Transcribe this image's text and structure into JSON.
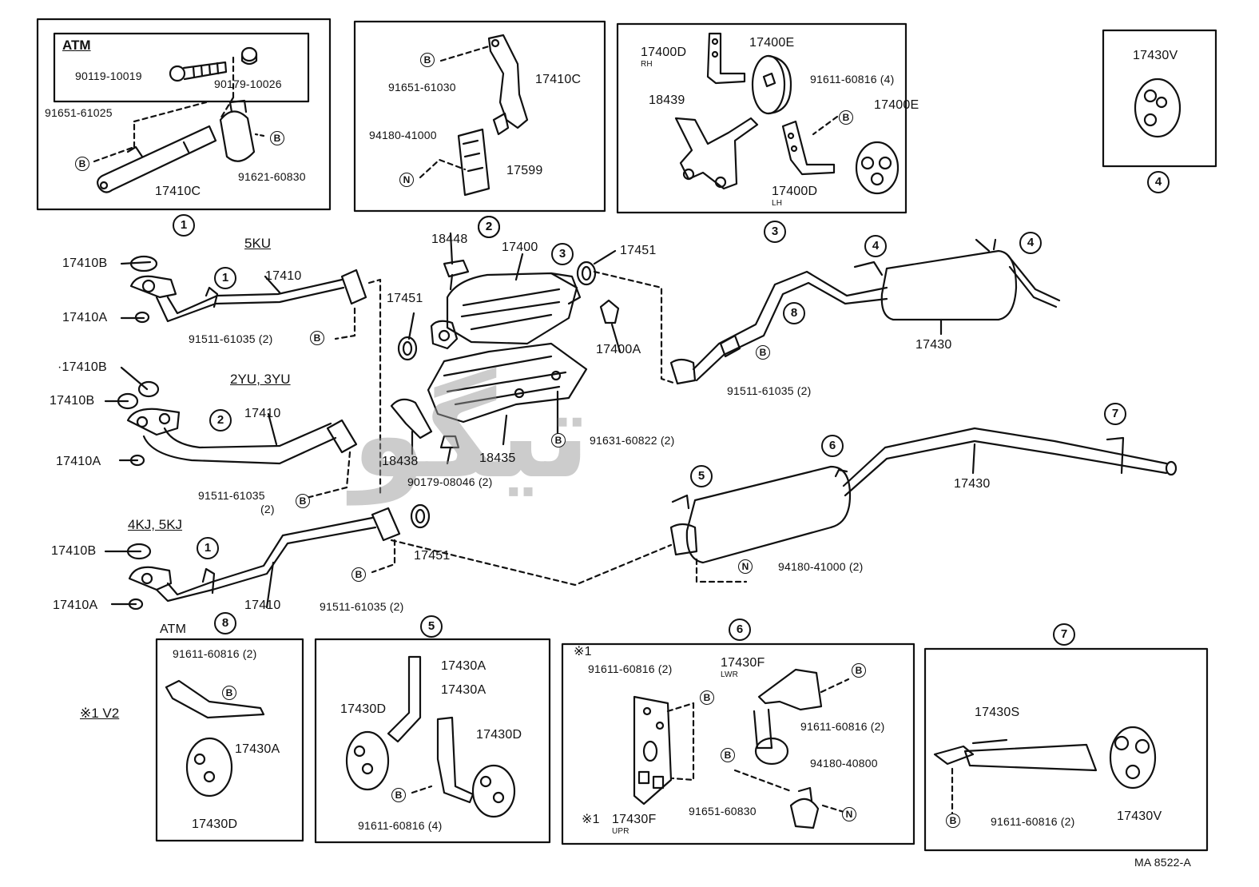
{
  "labels": {
    "atm": "ATM",
    "p90119_10019": "90119-10019",
    "p90179_10026": "90179-10026",
    "p91651_61025": "91651-61025",
    "p17410c_a": "17410C",
    "p91621_60830": "91621-60830",
    "p91651_61030": "91651-61030",
    "p17410c_b": "17410C",
    "p94180_41000": "94180-41000",
    "p17599": "17599",
    "p17400d_rh": "17400D",
    "rh": "RH",
    "p17400e_a": "17400E",
    "p91611_60816_4a": "91611-60816 (4)",
    "p18439": "18439",
    "p17400e_b": "17400E",
    "p17400d_lh": "17400D",
    "lh": "LH",
    "p17430v_a": "17430V",
    "h5ku": "5KU",
    "h2yu": "2YU, 3YU",
    "h4kj": "4KJ, 5KJ",
    "p17410b_1": "17410B",
    "p17410a_1": "17410A",
    "p17410_1": "17410",
    "p91511_1": "91511-61035 (2)",
    "p17410b_2": "·17410B",
    "p17410b_3": "17410B",
    "p17410a_2": "17410A",
    "p17410_2": "17410",
    "p91511_2a": "91511-61035",
    "p91511_2b": "(2)",
    "p17410b_4": "17410B",
    "p17410a_3": "17410A",
    "p17410_3": "17410",
    "p91511_3": "91511-61035 (2)",
    "p17451_b": "17451",
    "p18448": "18448",
    "p17400": "17400",
    "p17451_a": "17451",
    "p17451_c": "17451",
    "p17400a": "17400A",
    "p18438": "18438",
    "p90179_08046": "90179-08046 (2)",
    "p18435": "18435",
    "p91631_60822": "91631-60822 (2)",
    "p91511_4": "91511-61035 (2)",
    "p17430_a": "17430",
    "p17430_b": "17430",
    "p94180_41000_2": "94180-41000 (2)",
    "atm8": "ATM",
    "p91611_2a": "91611-60816 (2)",
    "star_v2": "※1   V2",
    "p17430a_8": "17430A",
    "p17430d_8": "17430D",
    "p17430a_5a": "17430A",
    "p17430a_5b": "17430A",
    "p17430d_5a": "17430D",
    "p17430d_5b": "17430D",
    "p91611_4b": "91611-60816 (4)",
    "star1": "※1",
    "p91611_2b": "91611-60816 (2)",
    "p17430f_lwr": "17430F",
    "lwr": "LWR",
    "p91611_2c": "91611-60816 (2)",
    "p94180_40800": "94180-40800",
    "p91651_60830": "91651-60830",
    "star1_upr": "※1",
    "p17430f_upr": "17430F",
    "upr": "UPR",
    "p17430s": "17430S",
    "p91611_2d": "91611-60816 (2)",
    "p17430v_b": "17430V",
    "doc_code": "MA  8522-A"
  },
  "callouts": {
    "c1": "1",
    "c2": "2",
    "c3": "3",
    "c4": "4",
    "c5": "5",
    "c6": "6",
    "c7": "7",
    "c8": "8"
  },
  "badges": {
    "b": "B",
    "n": "N"
  },
  "watermark": "ﺗﻴﮕﻮ"
}
